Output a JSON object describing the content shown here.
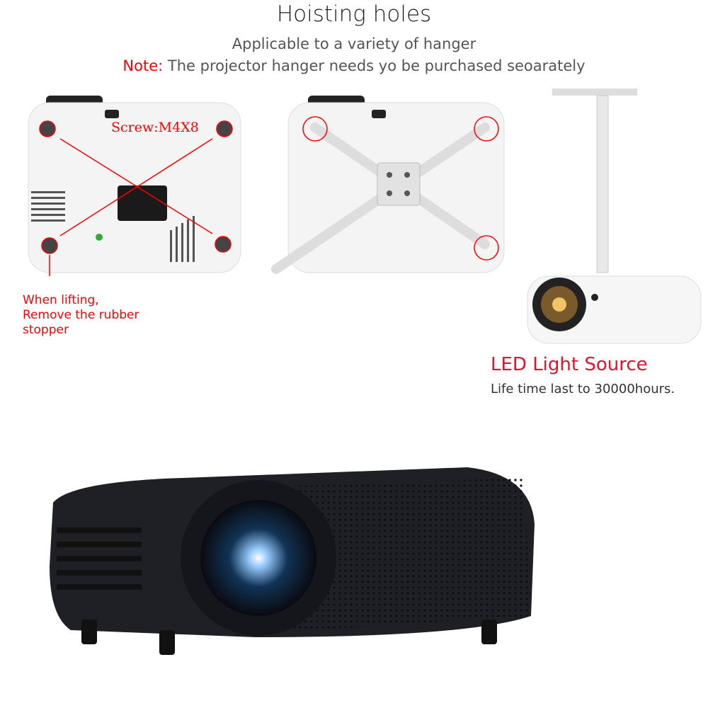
{
  "header": {
    "title": "Hoisting holes",
    "subtitle": "Applicable to a variety of hanger",
    "note_label": "Note:",
    "note_text": " The projector hanger needs yo be purchased seoarately"
  },
  "panel_bottom": {
    "screw_label": "Screw:M4X8",
    "lift_line1": "When lifting,",
    "lift_line2": "Remove the rubber",
    "lift_line3": "stopper"
  },
  "panel_led": {
    "title": "LED Light Source",
    "text": "Life time last to 30000hours."
  },
  "colors": {
    "accent_red": "#ff0000",
    "text_gray": "#555555",
    "projector_body": "#1c1d22"
  }
}
